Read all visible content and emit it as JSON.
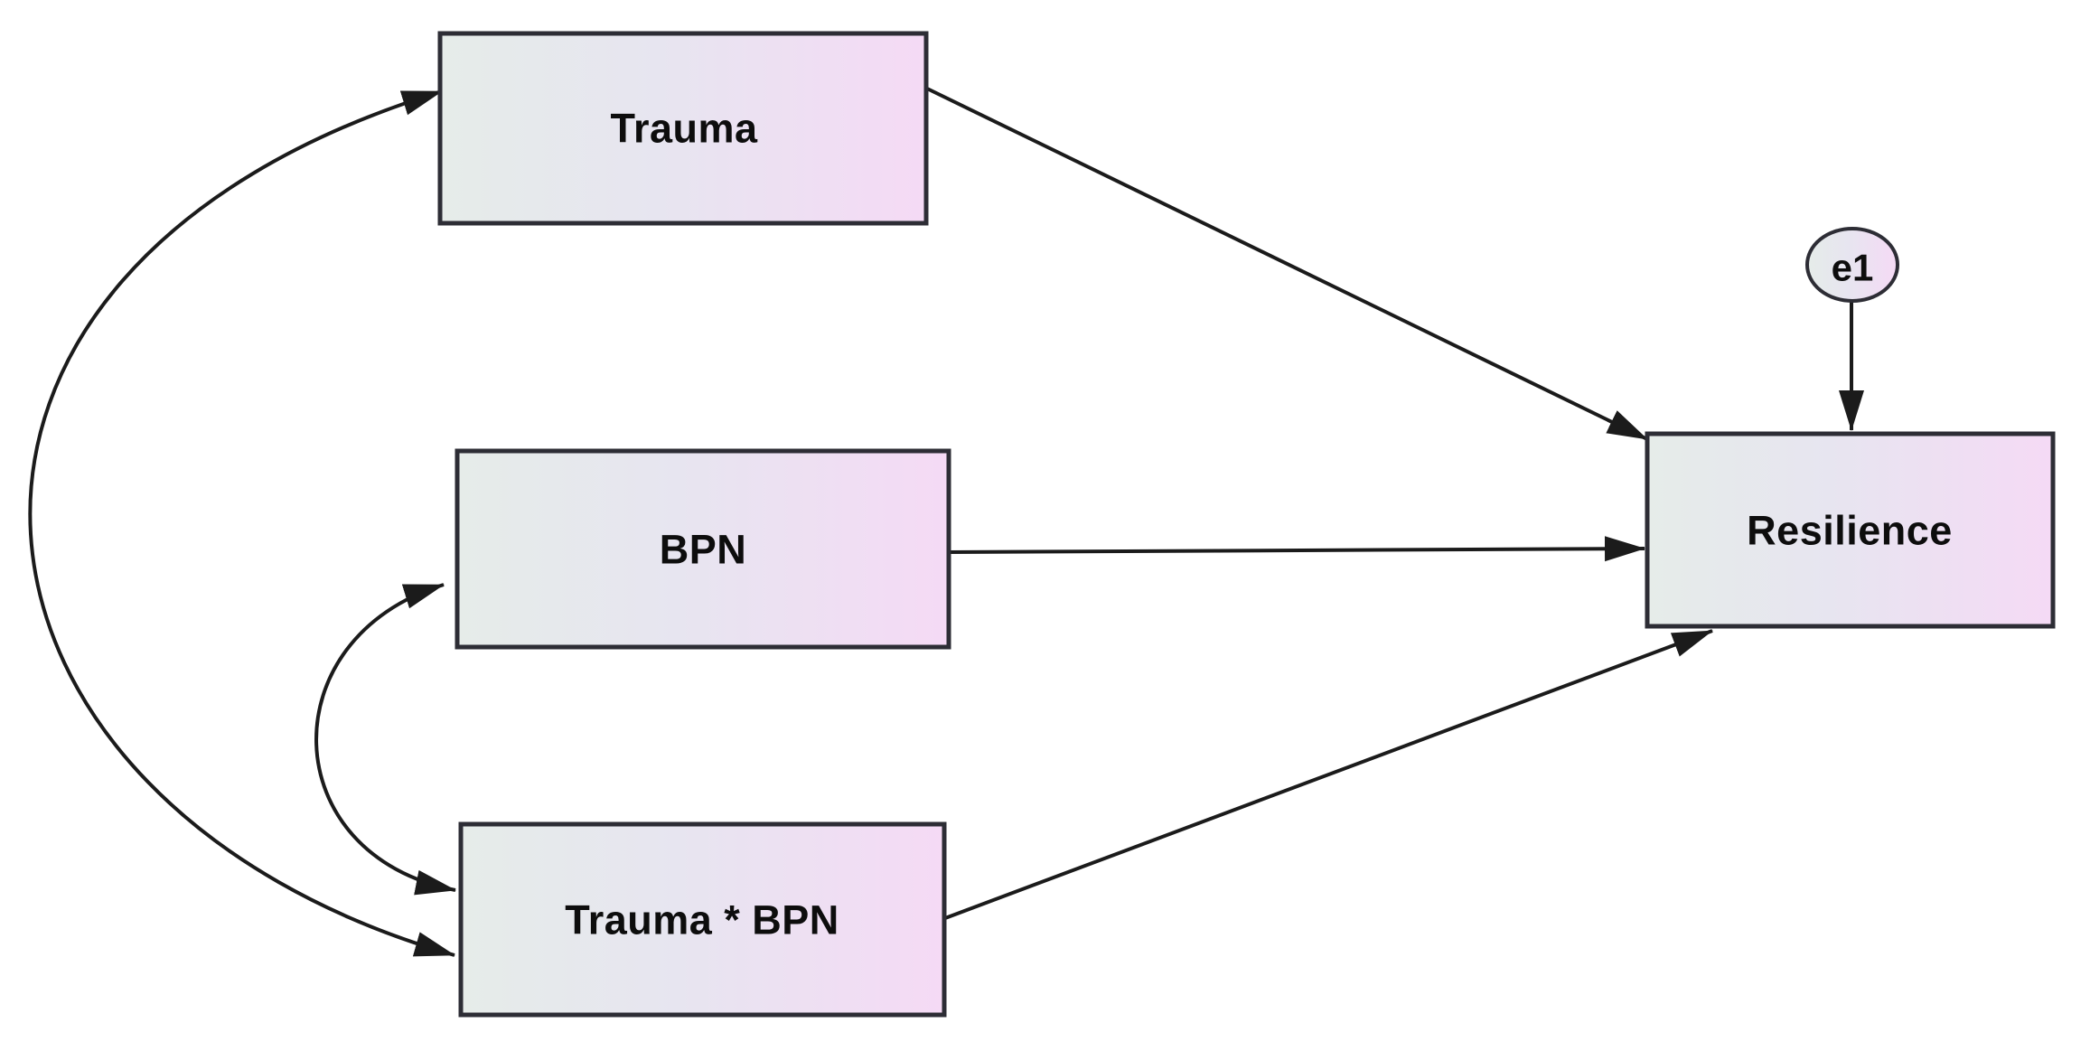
{
  "diagram": {
    "kind": "structural-equation-path-model",
    "background": "#ffffff",
    "colors": {
      "node_fill_left": "#e6ece9",
      "node_fill_mid": "#e7e5f0",
      "node_fill_right": "#f5daf5",
      "node_border": "#2d2d35",
      "edge": "#1b1b1b",
      "label": "#0d0d0d"
    },
    "nodes": [
      {
        "id": "trauma",
        "label": "Trauma",
        "shape": "rectangle"
      },
      {
        "id": "bpn",
        "label": "BPN",
        "shape": "rectangle"
      },
      {
        "id": "trauma_x_bpn",
        "label": "Trauma * BPN",
        "shape": "rectangle"
      },
      {
        "id": "resilience",
        "label": "Resilience",
        "shape": "rectangle"
      },
      {
        "id": "e1",
        "label": "e1",
        "shape": "ellipse",
        "role": "error-term"
      }
    ],
    "edges": [
      {
        "from": "Trauma",
        "to": "Resilience",
        "kind": "directed-path"
      },
      {
        "from": "BPN",
        "to": "Resilience",
        "kind": "directed-path"
      },
      {
        "from": "Trauma * BPN",
        "to": "Resilience",
        "kind": "directed-path"
      },
      {
        "from": "e1",
        "to": "Resilience",
        "kind": "directed-path"
      },
      {
        "from": "Trauma",
        "to": "Trauma * BPN",
        "kind": "covariance-arc"
      },
      {
        "from": "BPN",
        "to": "Trauma * BPN",
        "kind": "covariance-arc"
      }
    ]
  }
}
